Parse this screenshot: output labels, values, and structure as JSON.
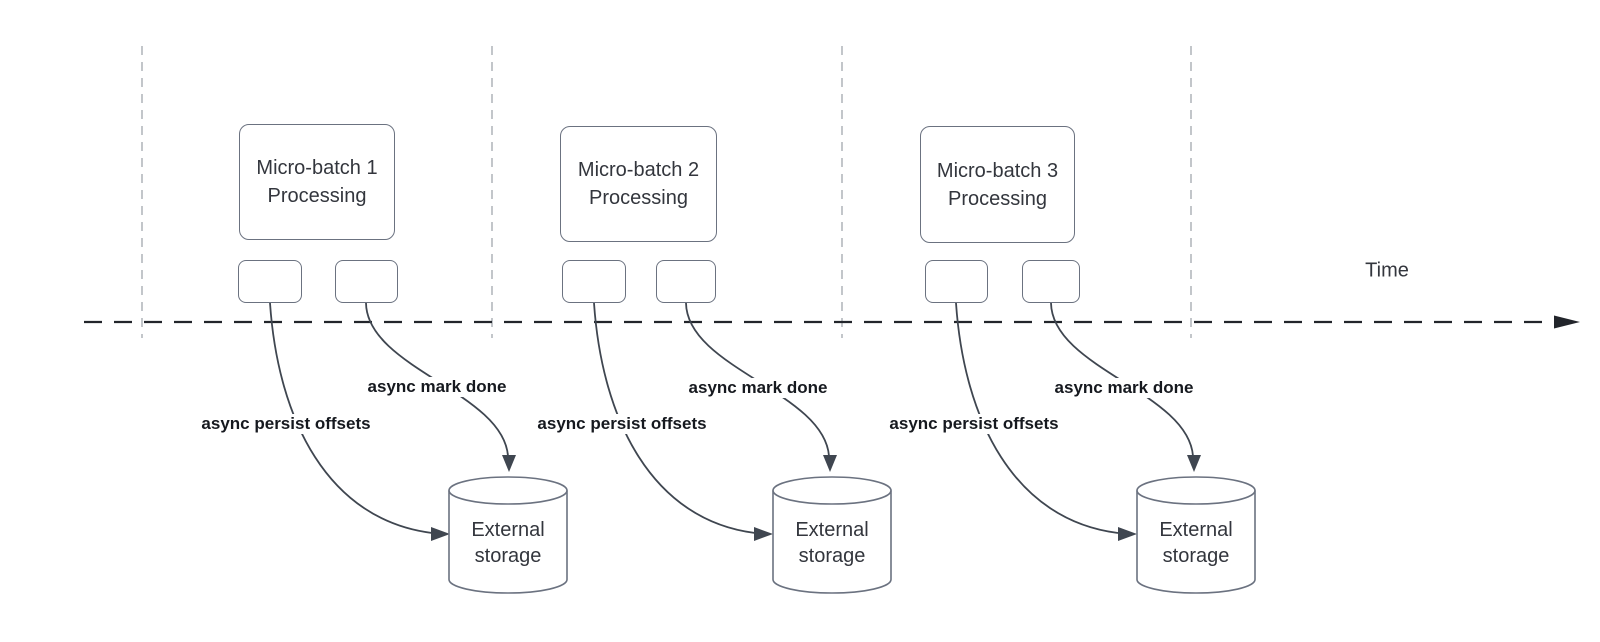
{
  "diagram": {
    "time_axis": {
      "label": "Time"
    },
    "groups": [
      {
        "title_line1": "Micro-batch 1",
        "title_line2": "Processing",
        "persist_label": "async persist offsets",
        "done_label": "async mark done",
        "storage_line1": "External",
        "storage_line2": "storage"
      },
      {
        "title_line1": "Micro-batch 2",
        "title_line2": "Processing",
        "persist_label": "async persist offsets",
        "done_label": "async mark done",
        "storage_line1": "External",
        "storage_line2": "storage"
      },
      {
        "title_line1": "Micro-batch 3",
        "title_line2": "Processing",
        "persist_label": "async persist offsets",
        "done_label": "async mark done",
        "storage_line1": "External",
        "storage_line2": "storage"
      }
    ],
    "colors": {
      "edge": "#3f4650",
      "timeline": "#22252b",
      "guide_line": "#b4b8bd",
      "shape_stroke": "#6b7280",
      "shape_text": "#33363d",
      "label_text": "#16191f",
      "background": "#ffffff"
    }
  }
}
